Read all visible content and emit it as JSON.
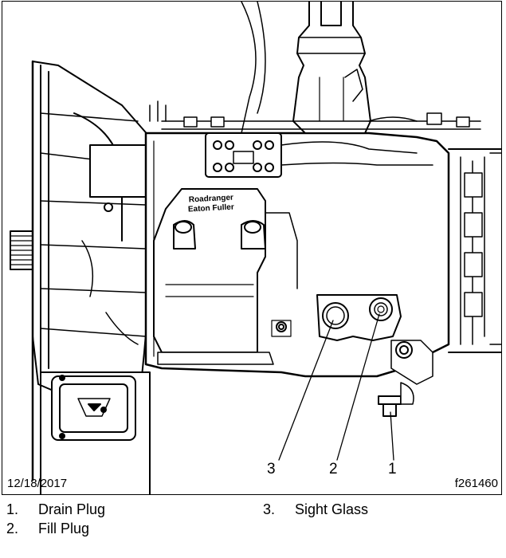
{
  "figure": {
    "emblem_text": [
      "Roadranger",
      "Eaton Fuller"
    ],
    "date": "12/18/2017",
    "figure_id": "f261460",
    "callouts": [
      "3",
      "2",
      "1"
    ]
  },
  "legend": [
    {
      "number": "1.",
      "label": "Drain Plug"
    },
    {
      "number": "2.",
      "label": "Fill Plug"
    },
    {
      "number": "3.",
      "label": "Sight Glass"
    }
  ]
}
